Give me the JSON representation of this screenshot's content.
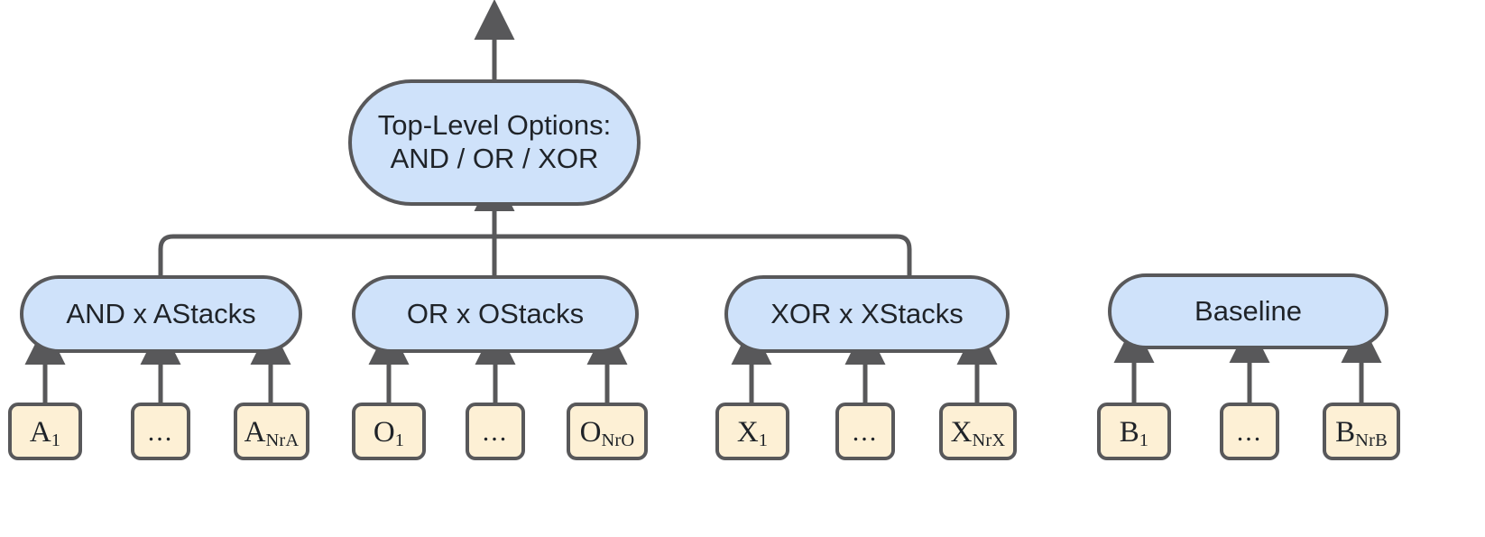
{
  "diagram": {
    "type": "hierarchy-flowchart",
    "title": "Top-Level Options hierarchy",
    "colors": {
      "stadium_fill": "#cfe2fa",
      "leaf_fill": "#fdf0d5",
      "stroke": "#58585a",
      "text": "#1f2328",
      "background": "#ffffff"
    },
    "levels": {
      "top": {
        "node": {
          "id": "top-level-options",
          "line1": "Top-Level Options:",
          "line2": "AND / OR / XOR"
        }
      },
      "middle": {
        "nodes": [
          {
            "id": "and-stacks",
            "label": "AND x AStacks"
          },
          {
            "id": "or-stacks",
            "label": "OR x OStacks"
          },
          {
            "id": "xor-stacks",
            "label": "XOR x XStacks"
          },
          {
            "id": "baseline",
            "label": "Baseline"
          }
        ]
      },
      "leaves": {
        "groups": [
          {
            "id": "and-group",
            "parent": "and-stacks",
            "items": [
              {
                "id": "a-1",
                "base": "A",
                "sub": "1"
              },
              {
                "id": "a-ellipsis",
                "base": "...",
                "sub": ""
              },
              {
                "id": "a-nra",
                "base": "A",
                "sub": "NrA"
              }
            ]
          },
          {
            "id": "or-group",
            "parent": "or-stacks",
            "items": [
              {
                "id": "o-1",
                "base": "O",
                "sub": "1"
              },
              {
                "id": "o-ellipsis",
                "base": "...",
                "sub": ""
              },
              {
                "id": "o-nro",
                "base": "O",
                "sub": "NrO"
              }
            ]
          },
          {
            "id": "xor-group",
            "parent": "xor-stacks",
            "items": [
              {
                "id": "x-1",
                "base": "X",
                "sub": "1"
              },
              {
                "id": "x-ellipsis",
                "base": "...",
                "sub": ""
              },
              {
                "id": "x-nrx",
                "base": "X",
                "sub": "NrX"
              }
            ]
          },
          {
            "id": "baseline-group",
            "parent": "baseline",
            "items": [
              {
                "id": "b-1",
                "base": "B",
                "sub": "1"
              },
              {
                "id": "b-ellipsis",
                "base": "...",
                "sub": ""
              },
              {
                "id": "b-nrb",
                "base": "B",
                "sub": "NrB"
              }
            ]
          }
        ]
      }
    }
  }
}
